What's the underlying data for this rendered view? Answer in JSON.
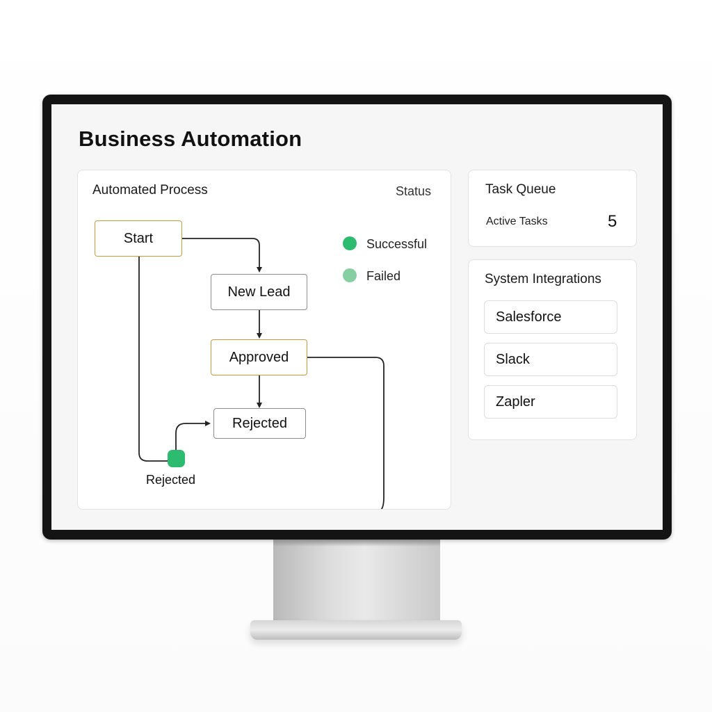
{
  "page": {
    "title": "Business Automation"
  },
  "process": {
    "title": "Automated Process",
    "status_label": "Status",
    "nodes": {
      "start": "Start",
      "new_lead": "New Lead",
      "approved": "Approved",
      "rejected": "Rejected"
    },
    "rejected_caption": "Rejected",
    "legend": [
      {
        "label": "Successful",
        "color": "#2dbb6f"
      },
      {
        "label": "Failed",
        "color": "#86cfa2"
      }
    ]
  },
  "task_queue": {
    "title": "Task Queue",
    "active_tasks_label": "Active Tasks",
    "active_tasks_count": "5"
  },
  "integrations": {
    "title": "System Integrations",
    "items": [
      {
        "label": "Salesforce"
      },
      {
        "label": "Slack"
      },
      {
        "label": "Zapler"
      }
    ]
  },
  "colors": {
    "node_highlight_border": "#c99a3a",
    "node_default_border": "#8c8c8c",
    "success": "#2dbb6f",
    "failed": "#86cfa2"
  }
}
